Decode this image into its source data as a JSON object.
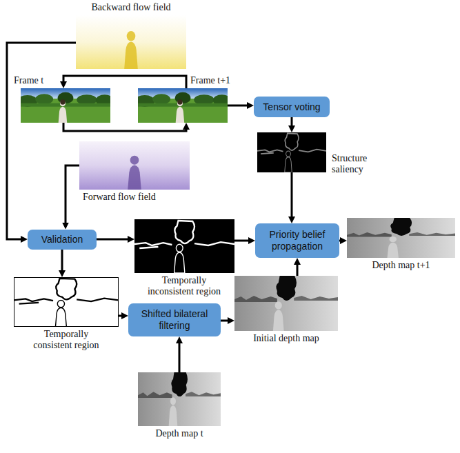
{
  "diagram": {
    "nodes": [
      {
        "text": [
          "Backward flow field"
        ]
      },
      {
        "text": [
          "Frame t"
        ]
      },
      {
        "text": [
          "Frame t+1"
        ]
      },
      {
        "text": [
          "Tensor voting"
        ]
      },
      {
        "text": [
          "Forward flow field"
        ]
      },
      {
        "text": [
          "Structure saliency"
        ]
      },
      {
        "text": [
          "Validation"
        ]
      },
      {
        "text": [
          "Temporally inconsistent region"
        ]
      },
      {
        "text": [
          "Priority belief propagation"
        ]
      },
      {
        "text": [
          "Depth map t+1"
        ]
      },
      {
        "text": [
          "Temporally consistent region"
        ]
      },
      {
        "text": [
          "Shifted bilateral filtering"
        ]
      },
      {
        "text": [
          "Initial depth map"
        ]
      },
      {
        "text": [
          "Depth map t"
        ]
      }
    ],
    "edges": [
      {
        "from": 2,
        "to": 1,
        "arrow": "to"
      },
      {
        "from": 1,
        "to": 2,
        "arrow": "to"
      },
      {
        "from": 0,
        "to": 6,
        "arrow": "to"
      },
      {
        "from": 4,
        "to": 6,
        "arrow": "to"
      },
      {
        "from": 2,
        "to": 3,
        "arrow": "to"
      },
      {
        "from": 3,
        "to": 5,
        "arrow": "to"
      },
      {
        "from": 5,
        "to": 8,
        "arrow": "to"
      },
      {
        "from": 6,
        "to": 7,
        "arrow": "to"
      },
      {
        "from": 6,
        "to": 10,
        "arrow": "to"
      },
      {
        "from": 7,
        "to": 8,
        "arrow": "to"
      },
      {
        "from": 8,
        "to": 9,
        "arrow": "to"
      },
      {
        "from": 10,
        "to": 11,
        "arrow": "to"
      },
      {
        "from": 13,
        "to": 11,
        "arrow": "to"
      },
      {
        "from": 11,
        "to": 12,
        "arrow": "to"
      },
      {
        "from": 12,
        "to": 8,
        "arrow": "to"
      }
    ]
  }
}
